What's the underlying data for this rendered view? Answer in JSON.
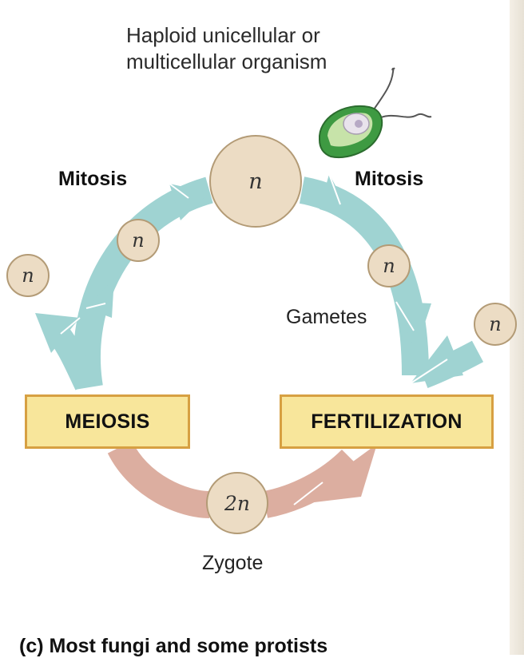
{
  "diagram": {
    "title_line1": "Haploid unicellular or",
    "title_line2": "multicellular organism",
    "mitosis_left": "Mitosis",
    "mitosis_right": "Mitosis",
    "gametes": "Gametes",
    "meiosis": "MEIOSIS",
    "fertilization": "FERTILIZATION",
    "zygote": "Zygote",
    "haploid_symbol": "n",
    "diploid_symbol": "2n",
    "caption": "(c) Most fungi and some protists"
  },
  "colors": {
    "haploid_arrow": "#9fd3d2",
    "diploid_arrow": "#dcaea0",
    "cell_fill": "#ecdcc4",
    "cell_stroke": "#b39b76",
    "box_fill": "#f8e69b",
    "box_stroke": "#d7a042",
    "organism_green": "#3e9a42"
  }
}
